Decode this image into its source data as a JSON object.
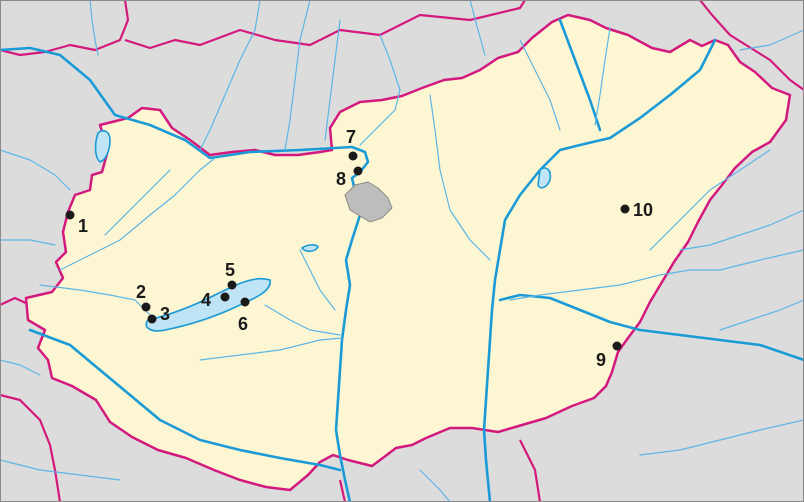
{
  "map": {
    "colors": {
      "frame": "#8a8a8a",
      "outside": "#dcdcdc",
      "country": "#fdf6d3",
      "border": "#d3197d",
      "river": "#1a9ad6",
      "stream": "#5cb6e6",
      "lake": "#bfe4f6",
      "capital": "#bdbdbd",
      "marker": "#1a1a1a"
    },
    "markers": [
      {
        "id": "1",
        "label": "1"
      },
      {
        "id": "2",
        "label": "2"
      },
      {
        "id": "3",
        "label": "3"
      },
      {
        "id": "4",
        "label": "4"
      },
      {
        "id": "5",
        "label": "5"
      },
      {
        "id": "6",
        "label": "6"
      },
      {
        "id": "7",
        "label": "7"
      },
      {
        "id": "8",
        "label": "8"
      },
      {
        "id": "9",
        "label": "9"
      },
      {
        "id": "10",
        "label": "10"
      }
    ]
  }
}
